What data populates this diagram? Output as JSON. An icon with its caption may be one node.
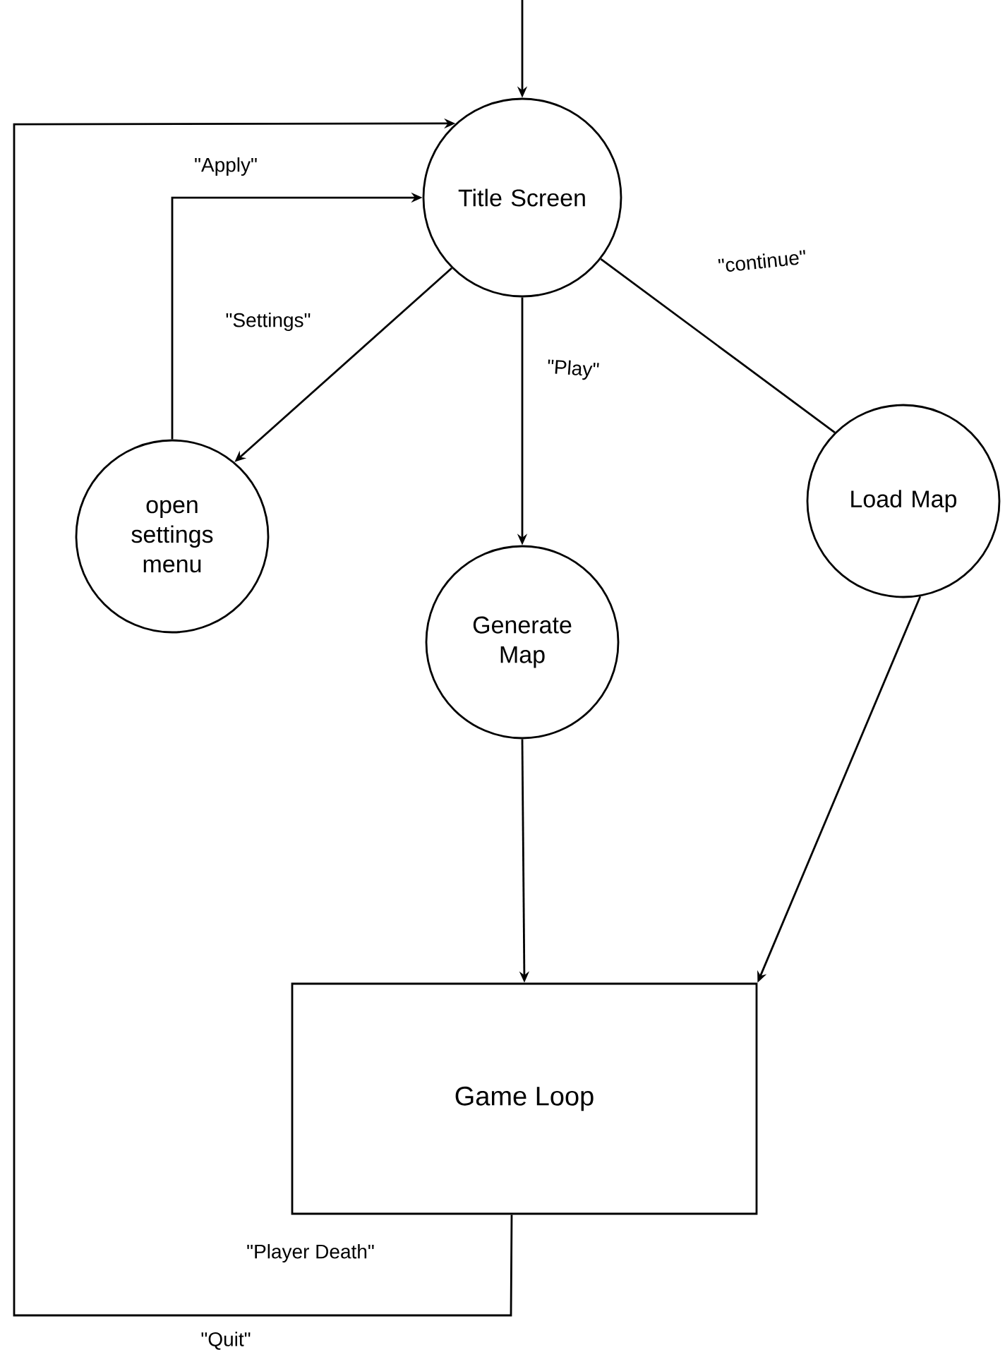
{
  "diagram": {
    "nodes": [
      {
        "text": [
          "Title Screen"
        ]
      },
      {
        "text": [
          "open settings menu"
        ]
      },
      {
        "text": [
          "Generate Map"
        ]
      },
      {
        "text": [
          "Load Map"
        ]
      },
      {
        "text": [
          "Game Loop"
        ]
      }
    ],
    "edges": [
      {
        "from": null,
        "to": 0,
        "arrow": "to"
      },
      {
        "from": 0,
        "to": 1,
        "arrow": "to",
        "label": "\"Settings\""
      },
      {
        "from": 1,
        "to": 0,
        "arrow": "to",
        "label": "\"Apply\""
      },
      {
        "from": 0,
        "to": 2,
        "arrow": "to",
        "label": "\"Play\""
      },
      {
        "from": 0,
        "to": 3,
        "arrow": "none",
        "label": "\"continue\""
      },
      {
        "from": 2,
        "to": 4,
        "arrow": "to"
      },
      {
        "from": 3,
        "to": 4,
        "arrow": "to"
      },
      {
        "from": 4,
        "to": 0,
        "arrow": "to",
        "label": "\"Player Death\""
      }
    ],
    "labels": [
      "\"Quit\""
    ]
  }
}
